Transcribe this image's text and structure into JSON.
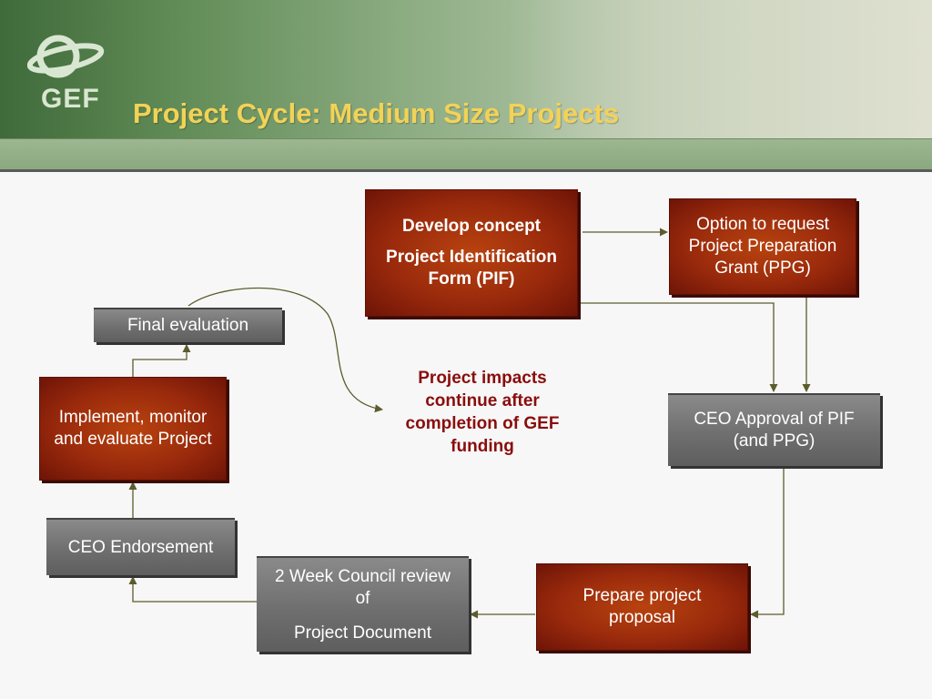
{
  "header": {
    "logo_text": "GEF",
    "title": "Project Cycle: Medium Size Projects"
  },
  "boxes": {
    "develop": {
      "line1": "Develop concept",
      "line2": "Project Identification Form (PIF)"
    },
    "option": "Option to request Project Preparation Grant (PPG)",
    "final": "Final evaluation",
    "implement": "Implement, monitor and evaluate Project",
    "ceo_approval": "CEO Approval of PIF (and PPG)",
    "ceo_endorse": "CEO Endorsement",
    "council": {
      "line1": "2 Week Council review of",
      "line2": "Project Document"
    },
    "prepare": "Prepare project proposal"
  },
  "impact_note": "Project impacts continue after completion of GEF funding",
  "colors": {
    "title": "#f2d257",
    "red_box": "#9a2a0c",
    "grey_box": "#6f6f6f",
    "impact_text": "#8a0d0d",
    "connector": "#5c5c2e"
  }
}
